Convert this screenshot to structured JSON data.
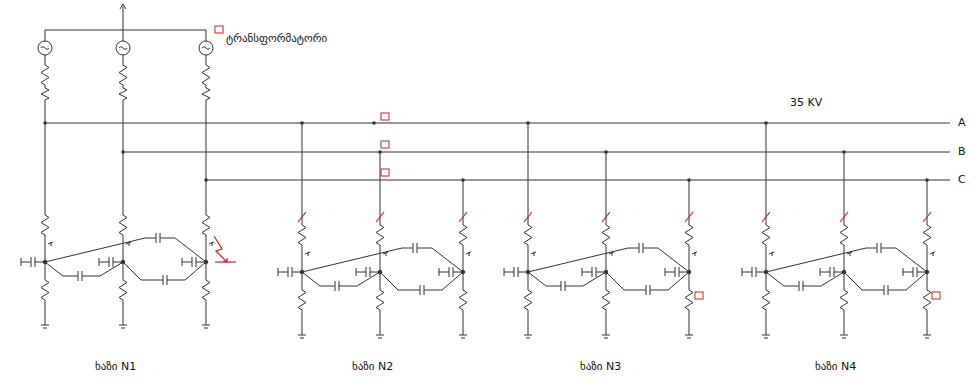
{
  "diagram": {
    "labels": [
      "ტრანსფორმატორი",
      "35 KV",
      "A",
      "B",
      "C",
      "ხაზი N1",
      "ხაზი N2",
      "ხაზი N3",
      "ხაზი N4"
    ]
  }
}
